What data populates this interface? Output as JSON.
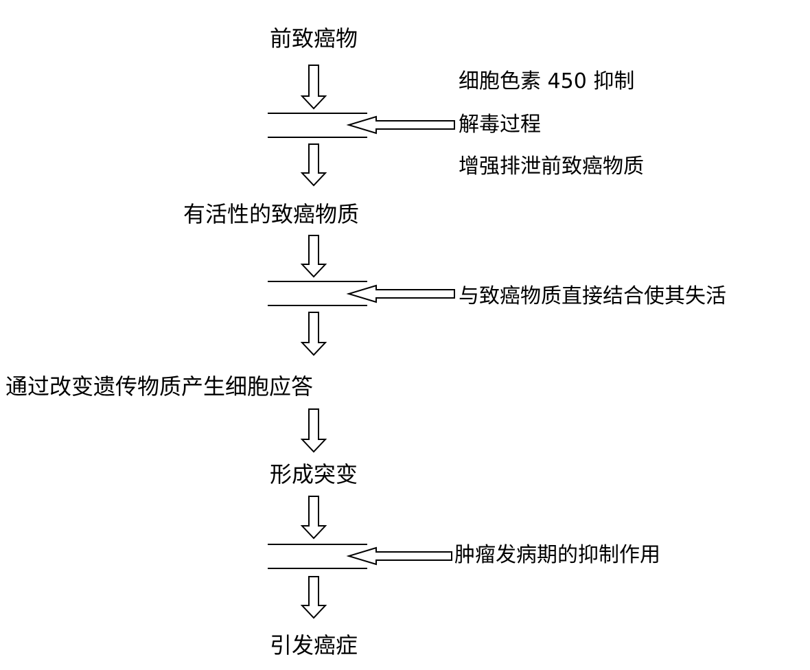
{
  "diagram": {
    "stages": [
      "前致癌物",
      "有活性的致癌物质",
      "通过改变遗传物质产生细胞应答",
      "形成突变",
      "引发癌症"
    ],
    "interventions": [
      {
        "label_above": "细胞色素 450 抑制",
        "label": "解毒过程",
        "label_below": "增强排泄前致癌物质"
      },
      {
        "label": "与致癌物质直接结合使其失活"
      },
      {
        "label": "肿瘤发病期的抑制作用"
      }
    ],
    "colors": {
      "line": "#000000",
      "background": "#ffffff"
    }
  }
}
